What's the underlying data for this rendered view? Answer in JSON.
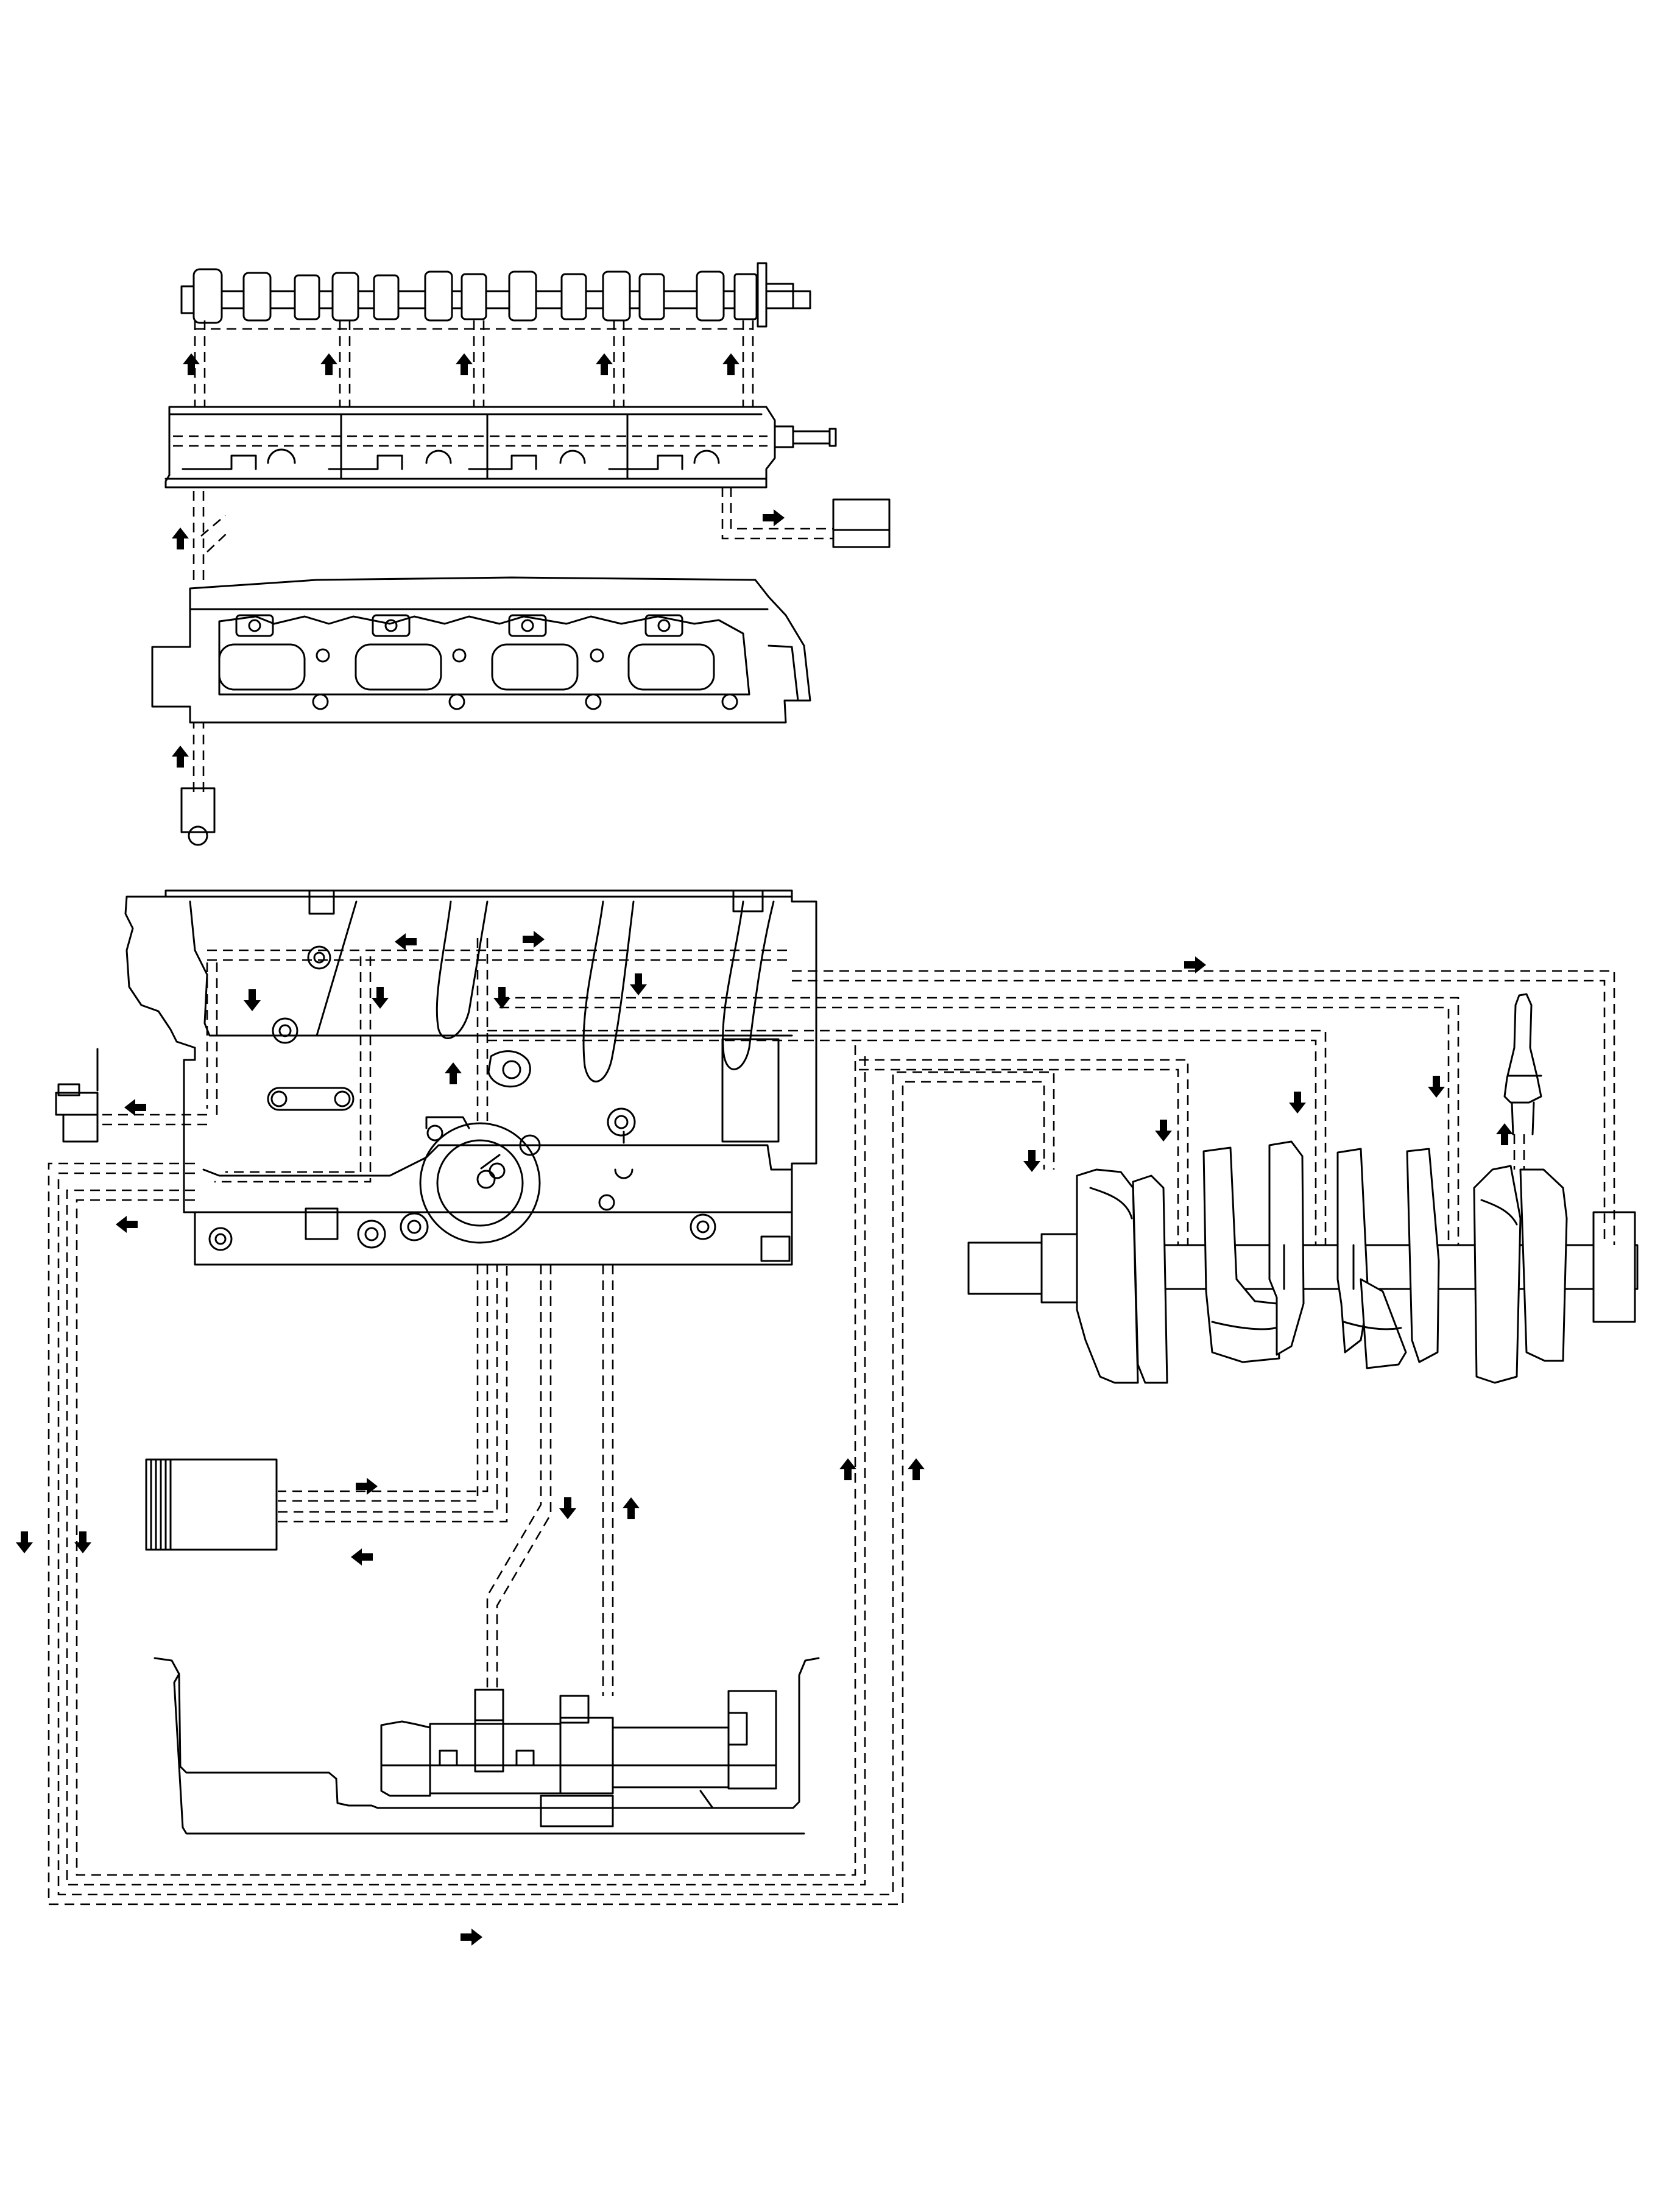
{
  "diagram": {
    "type": "engine-lubrication-oil-flow",
    "colors": {
      "line": "#000000",
      "background": "#ffffff"
    },
    "components": [
      {
        "id": "camshaft"
      },
      {
        "id": "camshaft-bearing-cap-housing"
      },
      {
        "id": "oil-control-valve"
      },
      {
        "id": "cylinder-head"
      },
      {
        "id": "oil-jet"
      },
      {
        "id": "cylinder-block"
      },
      {
        "id": "oil-pressure-switch"
      },
      {
        "id": "oil-filter"
      },
      {
        "id": "oil-pump-strainer"
      },
      {
        "id": "oil-pan"
      },
      {
        "id": "crankshaft"
      },
      {
        "id": "connecting-rod"
      }
    ],
    "arrow_icons": [
      "arrow-up-icon",
      "arrow-up-icon",
      "arrow-up-icon",
      "arrow-up-icon",
      "arrow-up-icon",
      "arrow-right-icon",
      "arrow-up-icon",
      "arrow-up-icon",
      "arrow-left-icon",
      "arrow-right-icon",
      "arrow-right-icon",
      "arrow-down-icon",
      "arrow-down-icon",
      "arrow-down-icon",
      "arrow-down-icon",
      "arrow-up-icon",
      "arrow-left-icon",
      "arrow-left-icon",
      "arrow-down-icon",
      "arrow-down-icon",
      "arrow-down-icon",
      "arrow-down-icon",
      "arrow-up-icon",
      "arrow-right-icon",
      "arrow-left-icon",
      "arrow-down-icon",
      "arrow-up-icon",
      "arrow-up-icon",
      "arrow-up-icon",
      "arrow-down-icon",
      "arrow-down-icon",
      "arrow-right-icon"
    ]
  }
}
